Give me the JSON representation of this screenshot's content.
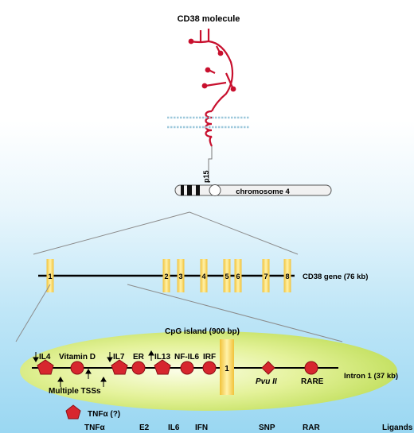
{
  "molecule": {
    "title": "CD38  molecule"
  },
  "chromosome": {
    "label": "chromosome  4",
    "band": "p15"
  },
  "gene": {
    "label": "CD38  gene  (76  kb)",
    "exons": [
      "1",
      "2",
      "3",
      "4",
      "5",
      "6",
      "7",
      "8"
    ]
  },
  "cpg_island": {
    "label": "CpG  island  (900  bp)"
  },
  "intron": {
    "label": "Intron  1  (37  kb)",
    "exon_label": "1"
  },
  "sites": {
    "il4": "IL4",
    "vitamin_d": "Vitamin  D",
    "il7": "IL7",
    "er": "ER",
    "il13": "IL13",
    "nf_il6": "NF-IL6",
    "irf": "IRF",
    "multiple_tss": "Multiple  TSSs",
    "pvu_ii": "Pvu  II",
    "rare": "RARE"
  },
  "legend": {
    "tnf": "TNFα  (?)"
  },
  "ligands": [
    "TNFα",
    "E2",
    "IL6",
    "IFN",
    "SNP",
    "RAR",
    "Ligands"
  ],
  "colors": {
    "molecule_red": "#c8102e",
    "site_red": "#d7262e",
    "exon_yellow": "#f2c23a",
    "ellipse_green": "#e4f29a",
    "background_blue": "#9ad7f2"
  }
}
